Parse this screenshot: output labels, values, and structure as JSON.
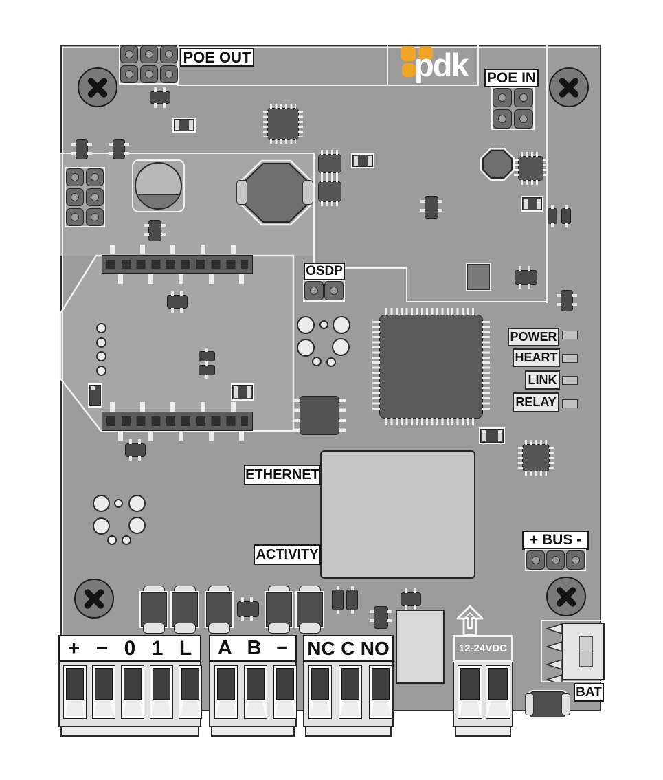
{
  "board": {
    "brand_logo": "pdk",
    "labels": {
      "poe_out": "POE OUT",
      "poe_in": "POE IN",
      "osdp": "OSDP",
      "ethernet": "ETHERNET",
      "activity": "ACTIVITY",
      "bus": "+ BUS -",
      "bat": "BAT"
    },
    "status_leds": [
      {
        "label": "POWER"
      },
      {
        "label": "HEART"
      },
      {
        "label": "LINK"
      },
      {
        "label": "RELAY"
      }
    ],
    "terminal_groups": [
      {
        "name": "reader",
        "labels": [
          "+",
          "−",
          "0",
          "1",
          "L"
        ]
      },
      {
        "name": "data",
        "labels": [
          "A",
          "B",
          "−"
        ]
      },
      {
        "name": "relay",
        "labels": [
          "NC",
          "C",
          "NO"
        ]
      },
      {
        "name": "power",
        "labels": [
          "12-24VDC"
        ]
      }
    ],
    "colors": {
      "board_gray": "#9c9c9c",
      "board_light_gray": "#a6a6a6",
      "silkscreen_white": "#f2f2f2",
      "brand_orange": "#f0a428",
      "label_text": "#111111"
    }
  }
}
